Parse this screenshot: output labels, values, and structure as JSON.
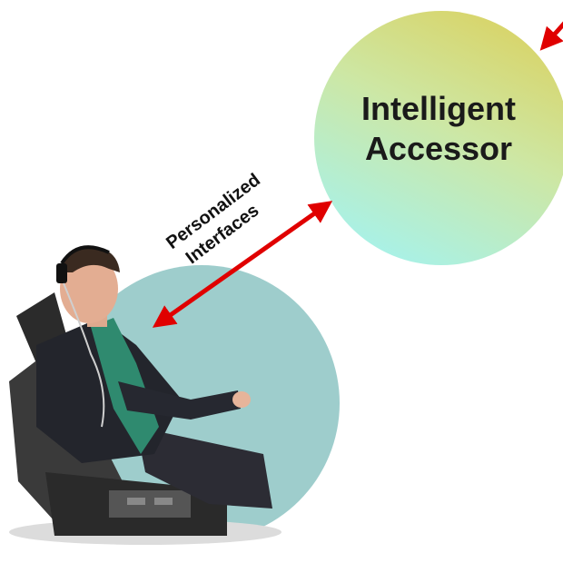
{
  "diagram": {
    "node_accessor": {
      "line1": "Intelligent",
      "line2": "Accessor"
    },
    "edge_label": {
      "line1": "Personalized",
      "line2": "Interfaces"
    },
    "colors": {
      "accessor_fill_top": "#d8d46a",
      "accessor_fill_bottom": "#a8f0e8",
      "user_circle_fill": "#9ecdcc",
      "arrow": "#e00000"
    },
    "icons": [
      "user-in-wheelchair-photo"
    ]
  }
}
